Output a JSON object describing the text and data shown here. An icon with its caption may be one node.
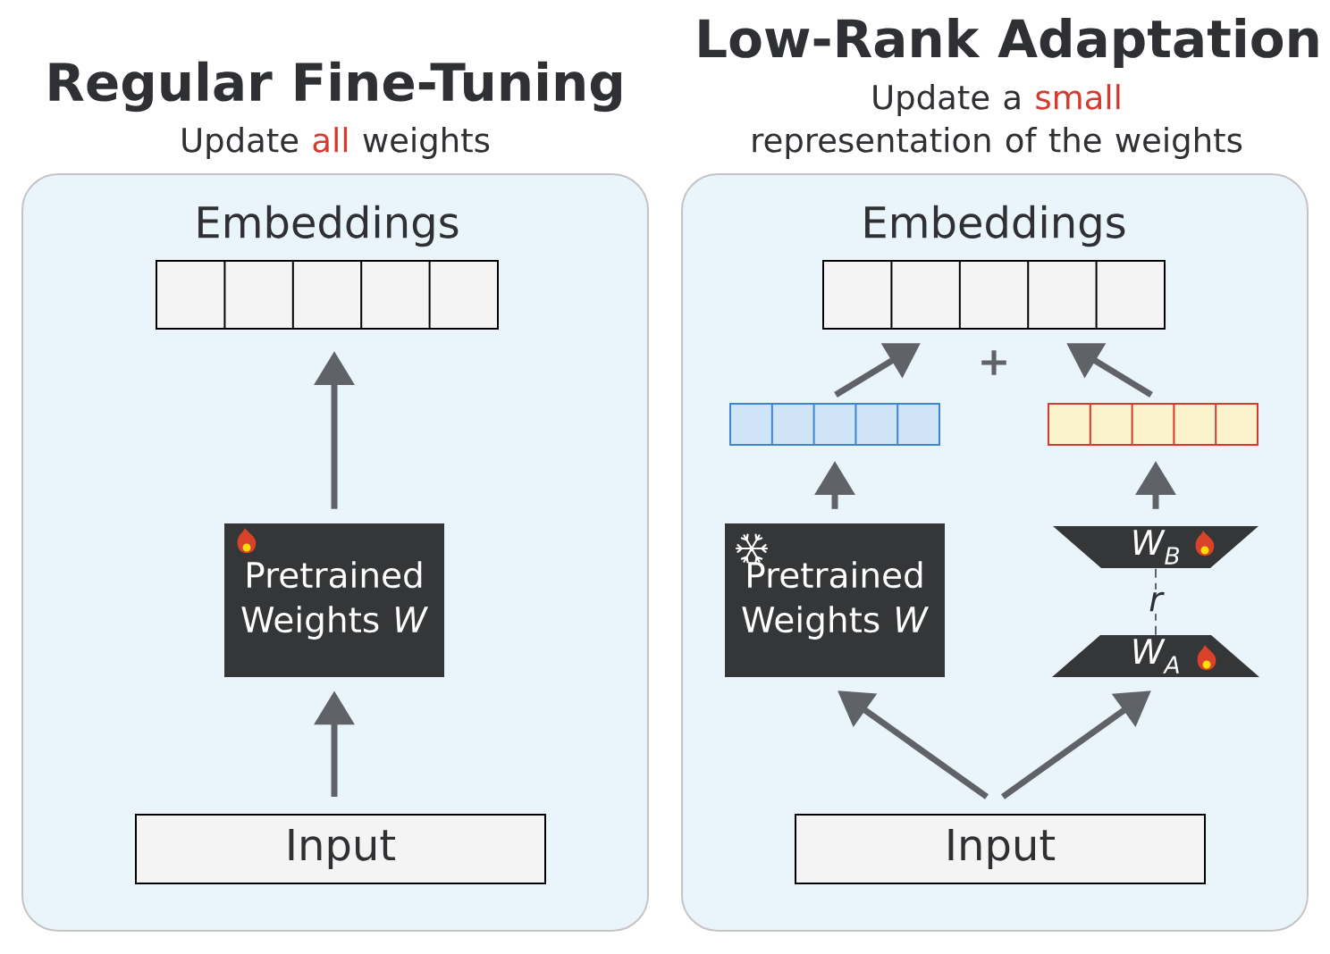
{
  "diagram": {
    "nodes": [
      {
        "text": [
          "Regular Fine-Tuning",
          "Update **all** weights"
        ]
      },
      {
        "text": [
          "Embeddings"
        ],
        "in": 0
      },
      {
        "text": [
          "Pretrained Weights *W*"
        ],
        "in": 0
      },
      {
        "text": [
          "Input"
        ],
        "in": 0
      },
      {
        "text": [
          "Low-Rank Adaptation",
          "Update a **small** representation of the weights"
        ]
      },
      {
        "text": [
          "Embeddings"
        ],
        "in": 4
      },
      {
        "text": [],
        "shape": "bar",
        "in": 4
      },
      {
        "text": [],
        "shape": "bar",
        "in": 4
      },
      {
        "text": [
          "Pretrained Weights *W*"
        ],
        "in": 4
      },
      {
        "text": [
          "W$_{B}$"
        ],
        "in": 4
      },
      {
        "text": [
          "W$_{A}$"
        ],
        "in": 4
      },
      {
        "text": [
          "Input"
        ],
        "in": 4
      }
    ],
    "edges": [
      {
        "from": 3,
        "to": 2,
        "arrow": "to"
      },
      {
        "from": 2,
        "to": 1,
        "arrow": "to"
      },
      {
        "from": 11,
        "to": 8,
        "arrow": "to"
      },
      {
        "from": 11,
        "to": 10,
        "arrow": "to"
      },
      {
        "from": 8,
        "to": 6,
        "arrow": "to"
      },
      {
        "from": 9,
        "to": 7,
        "arrow": "to"
      },
      {
        "from": 6,
        "to": 5,
        "arrow": "to"
      },
      {
        "from": 7,
        "to": 5,
        "arrow": "to"
      },
      {
        "from": 10,
        "to": 9,
        "arrow": "none",
        "style": "dashed",
        "label": "r"
      }
    ],
    "labels": [
      "+"
    ]
  }
}
